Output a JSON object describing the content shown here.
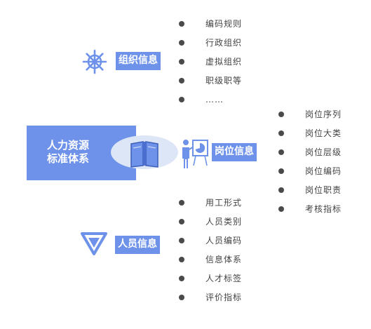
{
  "center": {
    "title_line1": "人力资源",
    "title_line2": "标准体系",
    "icon": "book-icon"
  },
  "categories": [
    {
      "key": "org",
      "label": "组织信息",
      "icon": "ship-wheel-icon",
      "items": [
        "编码规则",
        "行政组织",
        "虚拟组织",
        "职级职等",
        "……"
      ]
    },
    {
      "key": "job",
      "label": "岗位信息",
      "icon": "presenter-chart-icon",
      "items": [
        "岗位序列",
        "岗位大类",
        "岗位层级",
        "岗位编码",
        "岗位职责",
        "考核指标"
      ]
    },
    {
      "key": "staff",
      "label": "人员信息",
      "icon": "triangle-down-icon",
      "items": [
        "用工形式",
        "人员类别",
        "人员编码",
        "信息体系",
        "人才标签",
        "评价指标"
      ]
    }
  ],
  "colors": {
    "accent": "#6e92ea",
    "light": "#dde6f6",
    "bullet": "#4a4a4a",
    "text": "#444444"
  }
}
